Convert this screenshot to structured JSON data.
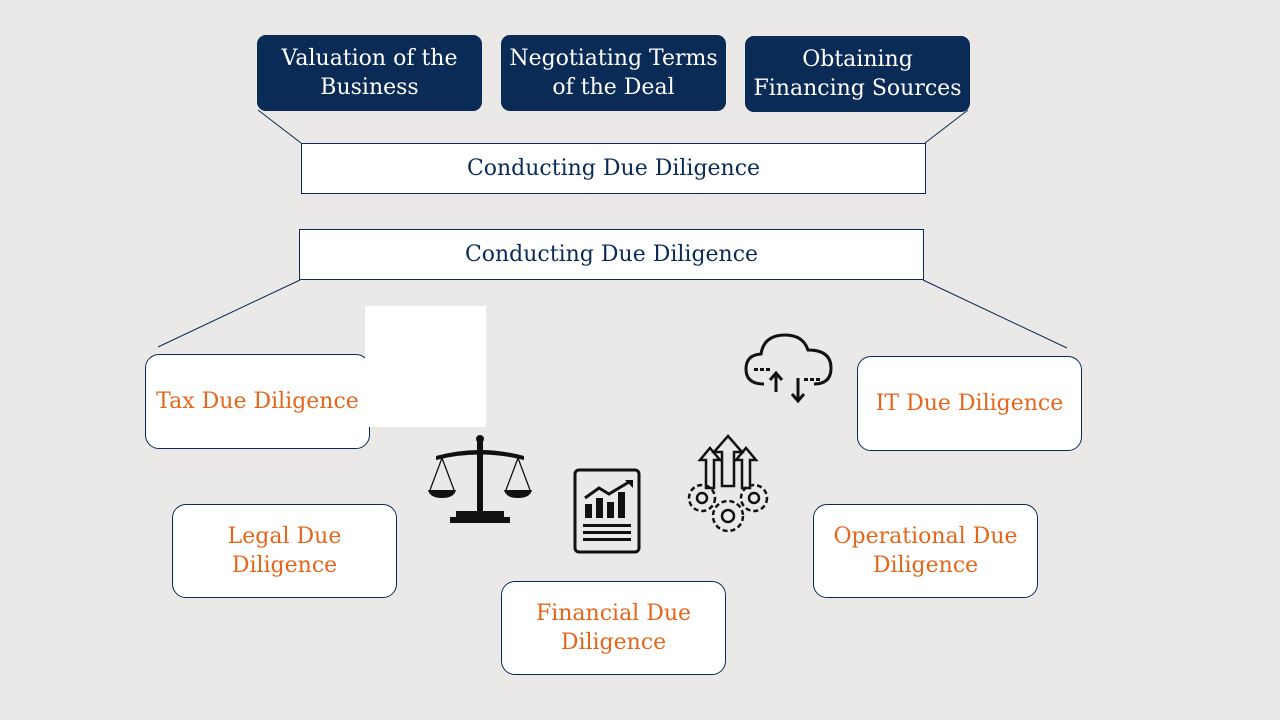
{
  "top_boxes": [
    {
      "label": "Valuation of the\nBusiness"
    },
    {
      "label": "Negotiating Terms\nof the Deal"
    },
    {
      "label": "Obtaining\nFinancing Sources"
    }
  ],
  "bar_upper": {
    "label": "Conducting Due Diligence"
  },
  "bar_lower": {
    "label": "Conducting Due Diligence"
  },
  "categories": {
    "tax": "Tax Due Diligence",
    "it": "IT Due Diligence",
    "legal": "Legal Due\nDiligence",
    "operational": "Operational Due\nDiligence",
    "financial": "Financial Due\nDiligence"
  },
  "icons": [
    "scales-icon",
    "financial-report-icon",
    "gears-arrows-icon",
    "cloud-sync-icon"
  ],
  "colors": {
    "navy": "#0b2b57",
    "orange": "#e5661b",
    "background": "#ebe9e7"
  }
}
